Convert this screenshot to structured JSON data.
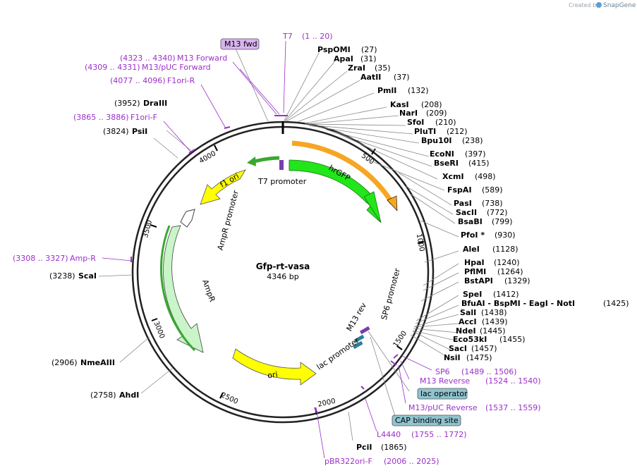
{
  "credit": {
    "created_by": "Created by",
    "brand": "SnapGene"
  },
  "plasmid": {
    "name": "Gfp-rt-vasa",
    "length": "4346 bp"
  },
  "ticks": [
    "500",
    "1000",
    "1500",
    "2000",
    "2500",
    "3000",
    "3500",
    "4000"
  ],
  "features": {
    "hrGFP": "hrGFP",
    "f1_ori": "f1 ori",
    "ori": "ori",
    "AmpR": "AmpR",
    "AmpR_promoter": "AmpR promoter",
    "T7_promoter": "T7 promoter",
    "M13_rev": "M13 rev",
    "SP6_promoter": "SP6 promoter",
    "lac_promoter": "lac promoter"
  },
  "enzymes_right": [
    {
      "name": "PspOMI",
      "pos": "(27)"
    },
    {
      "name": "ApaI",
      "pos": "(31)"
    },
    {
      "name": "ZraI",
      "pos": "(35)"
    },
    {
      "name": "AatII",
      "pos": "(37)"
    },
    {
      "name": "PmlI",
      "pos": "(132)"
    },
    {
      "name": "KasI",
      "pos": "(208)"
    },
    {
      "name": "NarI",
      "pos": "(209)"
    },
    {
      "name": "SfoI",
      "pos": "(210)"
    },
    {
      "name": "PluTI",
      "pos": "(212)"
    },
    {
      "name": "Bpu10I",
      "pos": "(238)"
    },
    {
      "name": "EcoNI",
      "pos": "(397)"
    },
    {
      "name": "BseRI",
      "pos": "(415)"
    },
    {
      "name": "XcmI",
      "pos": "(498)"
    },
    {
      "name": "FspAI",
      "pos": "(589)"
    },
    {
      "name": "PasI",
      "pos": "(738)"
    },
    {
      "name": "SacII",
      "pos": "(772)"
    },
    {
      "name": "BsaBI",
      "pos": "(799)"
    },
    {
      "name": "PfoI *",
      "pos": "(930)"
    },
    {
      "name": "AleI",
      "pos": "(1128)"
    },
    {
      "name": "HpaI",
      "pos": "(1240)"
    },
    {
      "name": "PflMI",
      "pos": "(1264)"
    },
    {
      "name": "BstAPI",
      "pos": "(1329)"
    },
    {
      "name": "SpeI",
      "pos": "(1412)"
    },
    {
      "name": "BfuAI - BspMI - EagI - NotI",
      "pos": "(1425)"
    },
    {
      "name": "SalI",
      "pos": "(1438)"
    },
    {
      "name": "AccI",
      "pos": "(1439)"
    },
    {
      "name": "NdeI",
      "pos": "(1445)"
    },
    {
      "name": "Eco53kI",
      "pos": "(1455)"
    },
    {
      "name": "SacI",
      "pos": "(1457)"
    },
    {
      "name": "NsiI",
      "pos": "(1475)"
    },
    {
      "name": "PciI",
      "pos": "(1865)"
    }
  ],
  "enzymes_left": [
    {
      "name": "DraIII",
      "pos": "(3952)"
    },
    {
      "name": "PsiI",
      "pos": "(3824)"
    },
    {
      "name": "ScaI",
      "pos": "(3238)"
    },
    {
      "name": "NmeAIII",
      "pos": "(2906)"
    },
    {
      "name": "AhdI",
      "pos": "(2758)"
    }
  ],
  "primers": [
    {
      "name": "T7",
      "range": "(1 .. 20)"
    },
    {
      "name": "M13 Forward",
      "range": "(4323 .. 4340)"
    },
    {
      "name": "M13/pUC Forward",
      "range": "(4309 .. 4331)"
    },
    {
      "name": "F1ori-R",
      "range": "(4077 .. 4096)"
    },
    {
      "name": "F1ori-F",
      "range": "(3865 .. 3886)"
    },
    {
      "name": "Amp-R",
      "range": "(3308 .. 3327)"
    },
    {
      "name": "SP6",
      "range": "(1489 .. 1506)"
    },
    {
      "name": "M13 Reverse",
      "range": "(1524 .. 1540)"
    },
    {
      "name": "M13/pUC Reverse",
      "range": "(1537 .. 1559)"
    },
    {
      "name": "L4440",
      "range": "(1755 .. 1772)"
    },
    {
      "name": "pBR322ori-F",
      "range": "(2006 .. 2025)"
    }
  ],
  "boxes": {
    "m13_fwd": "M13 fwd",
    "lac_operator": "lac operator",
    "cap_site": "CAP binding site"
  },
  "colors": {
    "primer": "#9b2fc9",
    "hrGFP": "#22e61a",
    "ori_yellow": "#ffff00",
    "ampr_light": "#c9f5c9",
    "orange": "#f5a623",
    "box_purple": "#d9b3f0",
    "box_teal": "#8fc3cf"
  }
}
